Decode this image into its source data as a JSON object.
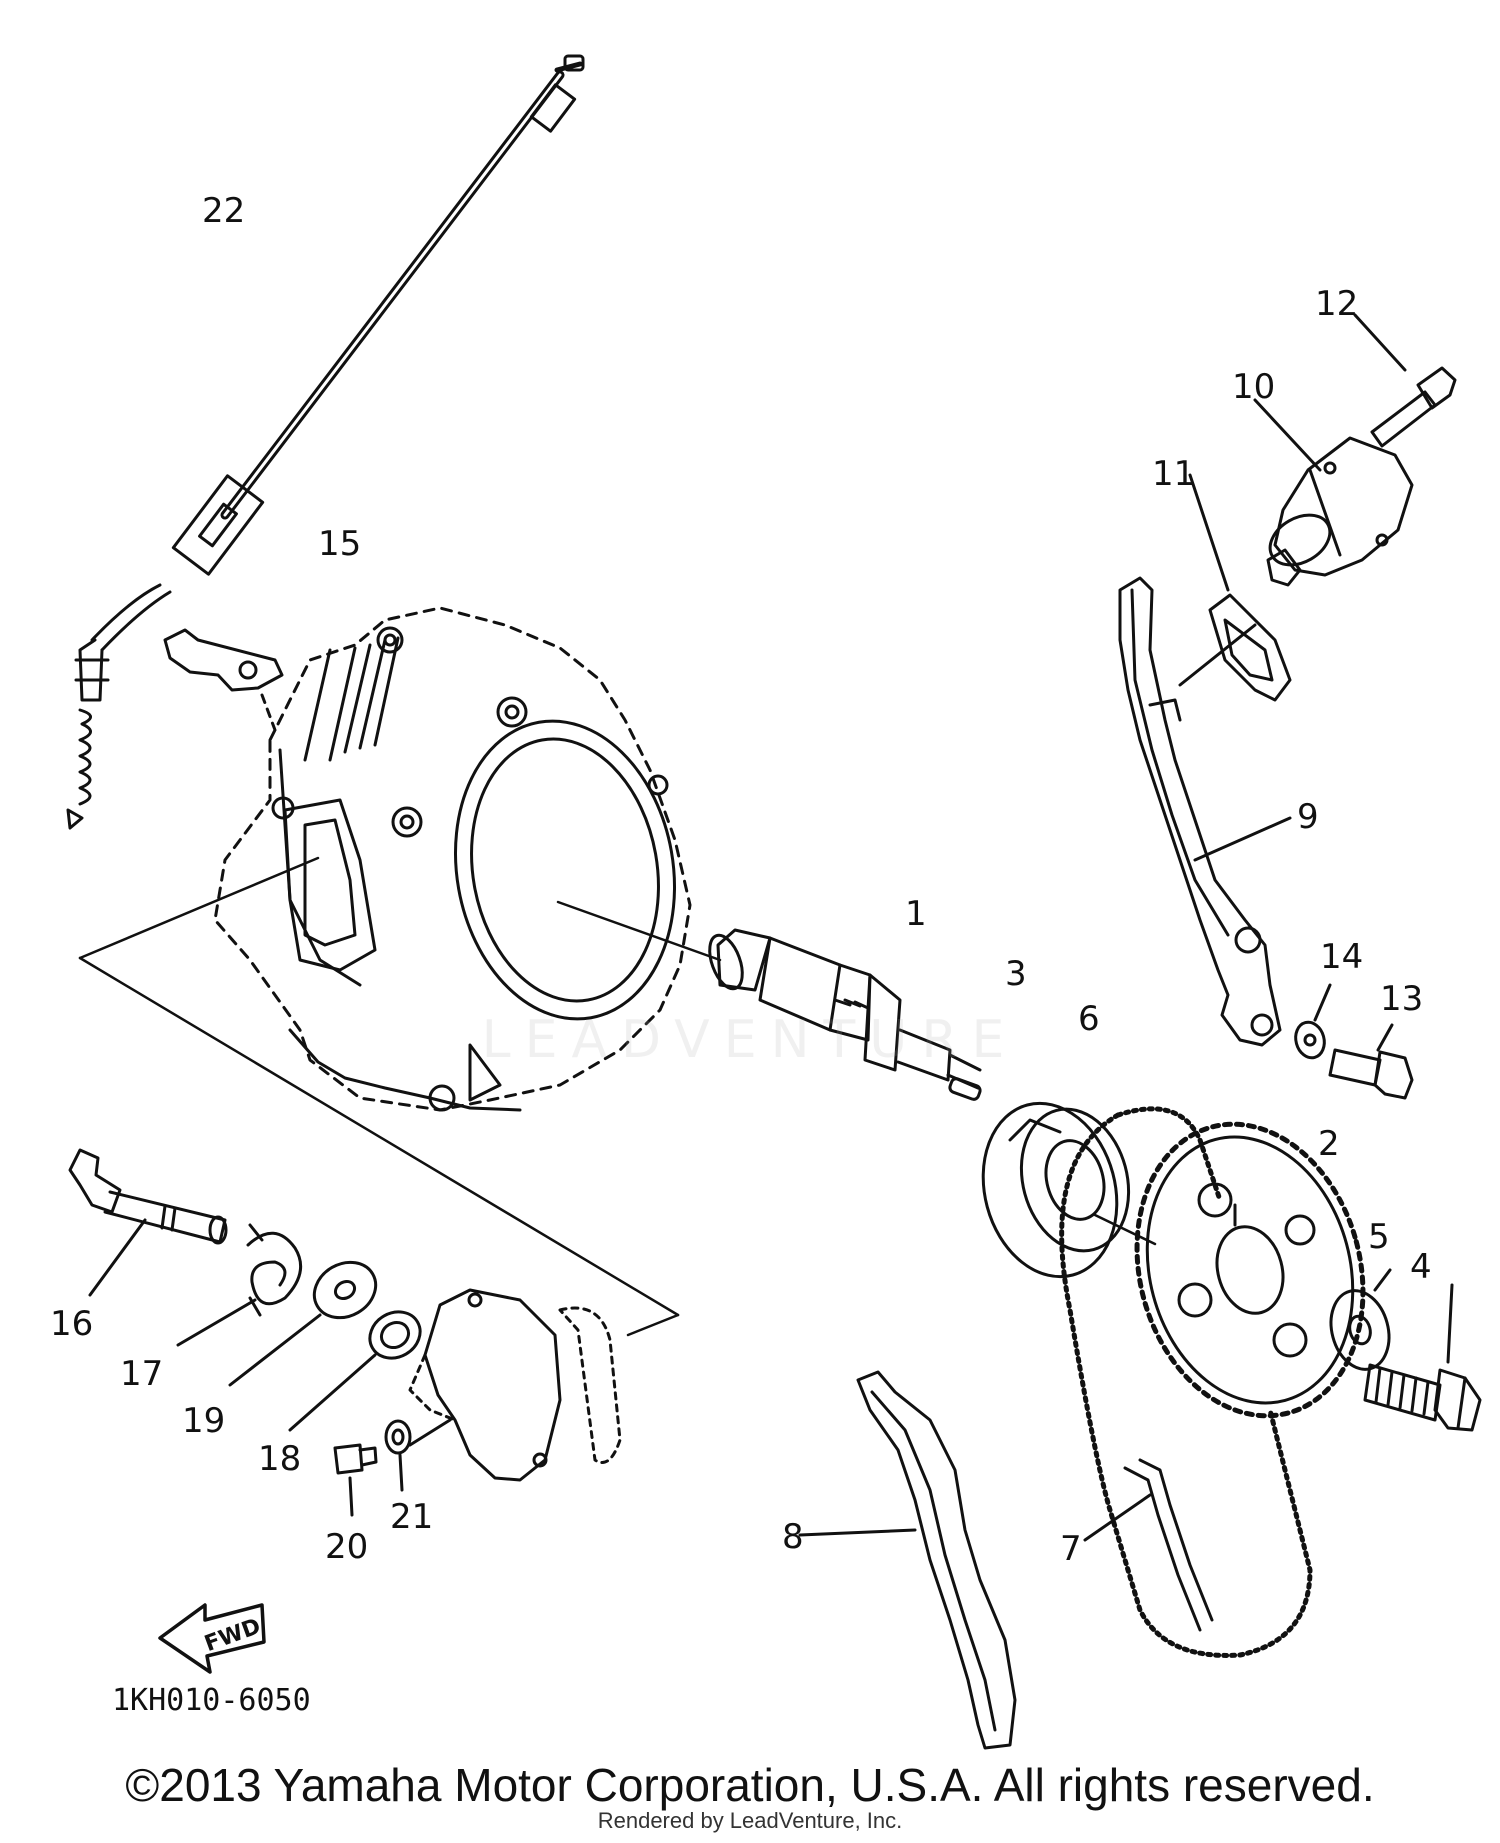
{
  "diagram": {
    "drawing_code": "1KH010-6050",
    "fwd_label": "FWD",
    "callouts": {
      "p1": "1",
      "p2": "2",
      "p3": "3",
      "p4": "4",
      "p5": "5",
      "p6": "6",
      "p7": "7",
      "p8": "8",
      "p9": "9",
      "p10": "10",
      "p11": "11",
      "p12": "12",
      "p13": "13",
      "p14": "14",
      "p15": "15",
      "p16": "16",
      "p17": "17",
      "p18": "18",
      "p19": "19",
      "p20": "20",
      "p21": "21",
      "p22": "22"
    }
  },
  "footer": {
    "copyright": "©2013 Yamaha Motor Corporation, U.S.A. All rights reserved.",
    "rendered_by": "Rendered by LeadVenture, Inc."
  },
  "watermark": {
    "text": "LEADVENTURE"
  },
  "colors": {
    "ink": "#111111",
    "background": "#ffffff"
  }
}
